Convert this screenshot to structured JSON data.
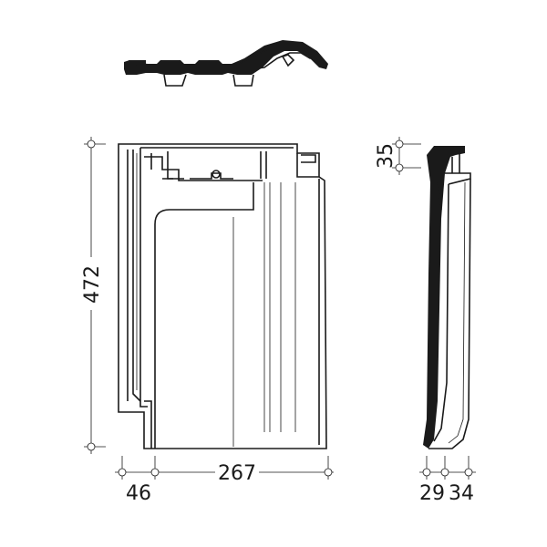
{
  "dimensions": {
    "height": "472",
    "width": "267",
    "left_offset": "46",
    "top_offset": "35",
    "profile_a": "29",
    "profile_b": "34"
  }
}
